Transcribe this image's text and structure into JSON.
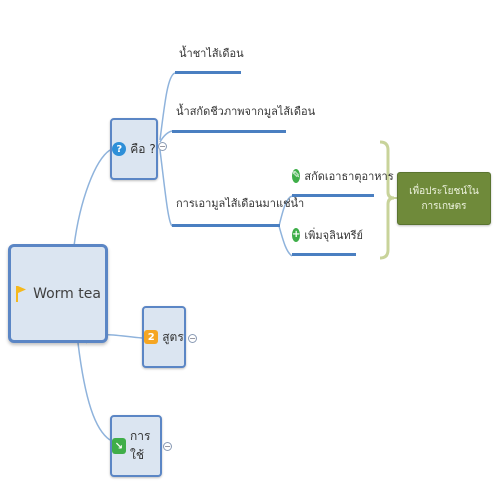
{
  "root": {
    "label": "Worm tea"
  },
  "topics": {
    "what": {
      "label": "คือ ?",
      "badge": "?",
      "subtopics": [
        {
          "label": "น้ำชาไส้เดือน"
        },
        {
          "label": "น้ำสกัดชีวภาพจากมูลไส้เดือน"
        },
        {
          "label": "การเอามูลไส้เดือนมาแช่น้ำ"
        }
      ]
    },
    "formula": {
      "label": "สูตร",
      "badge": "2"
    },
    "usage": {
      "label": "การใช้",
      "badge": "↘"
    }
  },
  "details": [
    {
      "label": "สกัดเอาธาตุอาหาร"
    },
    {
      "label": "เพิ่มจุลินทรีย์"
    }
  ],
  "result": {
    "label": "เพื่อประโยชน์ในการเกษตร"
  },
  "colors": {
    "node_fill": "#dbe5f1",
    "node_border": "#5b86c5",
    "line": "#4a7fc1",
    "bracket": "#c8d39a",
    "result_fill": "#6f8a3a",
    "flag_yellow": "#f5b81b",
    "flag_blue": "#2e6fd0",
    "icon_green": "#3fae49"
  }
}
